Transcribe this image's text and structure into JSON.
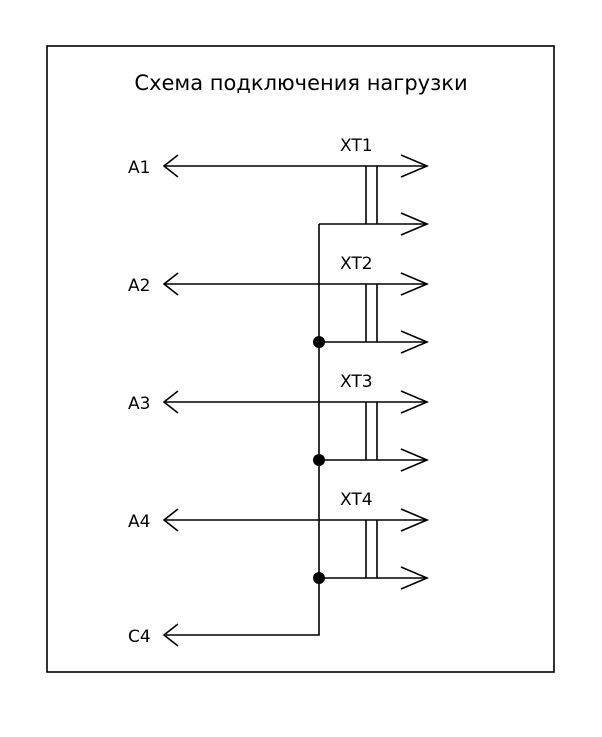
{
  "title": "Схема подключения нагрузки",
  "inputs": [
    {
      "label": "A1",
      "terminal": "XT1",
      "junction": false
    },
    {
      "label": "A2",
      "terminal": "XT2",
      "junction": true
    },
    {
      "label": "A3",
      "terminal": "XT3",
      "junction": true
    },
    {
      "label": "A4",
      "terminal": "XT4",
      "junction": true
    }
  ],
  "common": {
    "label": "C4"
  },
  "colors": {
    "line": "#000000",
    "background": "#ffffff"
  }
}
